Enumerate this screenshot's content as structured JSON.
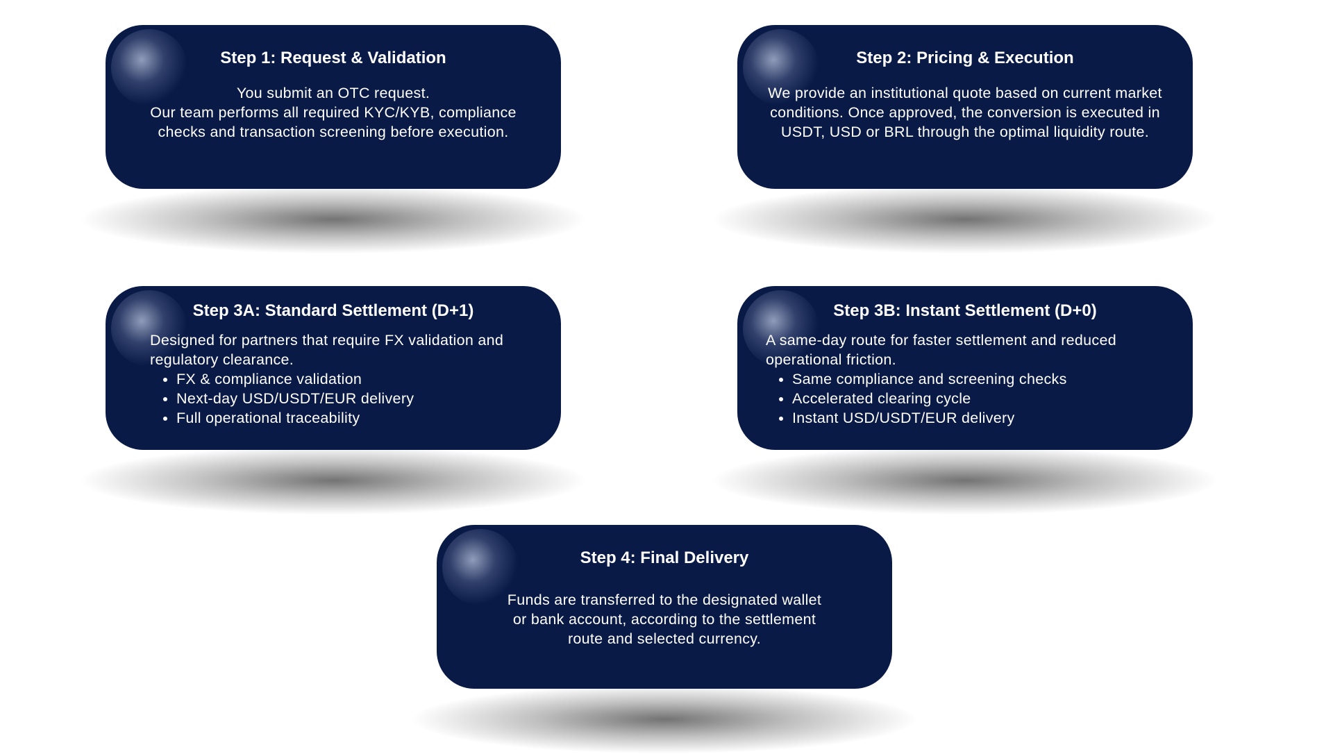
{
  "steps": [
    {
      "title": "Step 1: Request & Validation",
      "lines": [
        "You submit an OTC request.",
        "Our team performs all required KYC/KYB, compliance checks and transaction screening before execution."
      ]
    },
    {
      "title": "Step 2: Pricing & Execution",
      "text": "We provide an institutional quote based on current market conditions. Once approved, the conversion is executed in USDT, USD or BRL through the optimal liquidity route."
    },
    {
      "title": "Step 3A: Standard Settlement (D+1)",
      "text": "Designed for partners that require FX validation and regulatory clearance.",
      "bullets": [
        "FX & compliance validation",
        "Next-day USD/USDT/EUR delivery",
        "Full operational traceability"
      ]
    },
    {
      "title": "Step 3B: Instant Settlement (D+0)",
      "text": "A same-day route for faster settlement and reduced operational friction.",
      "bullets": [
        "Same compliance and screening checks",
        "Accelerated clearing cycle",
        "Instant USD/USDT/EUR delivery"
      ]
    },
    {
      "title": "Step 4: Final Delivery",
      "text": "Funds are transferred to the designated wallet or bank account, according to the settlement route and selected currency."
    }
  ],
  "colors": {
    "card": "#0a1a47",
    "text": "#ffffff"
  }
}
